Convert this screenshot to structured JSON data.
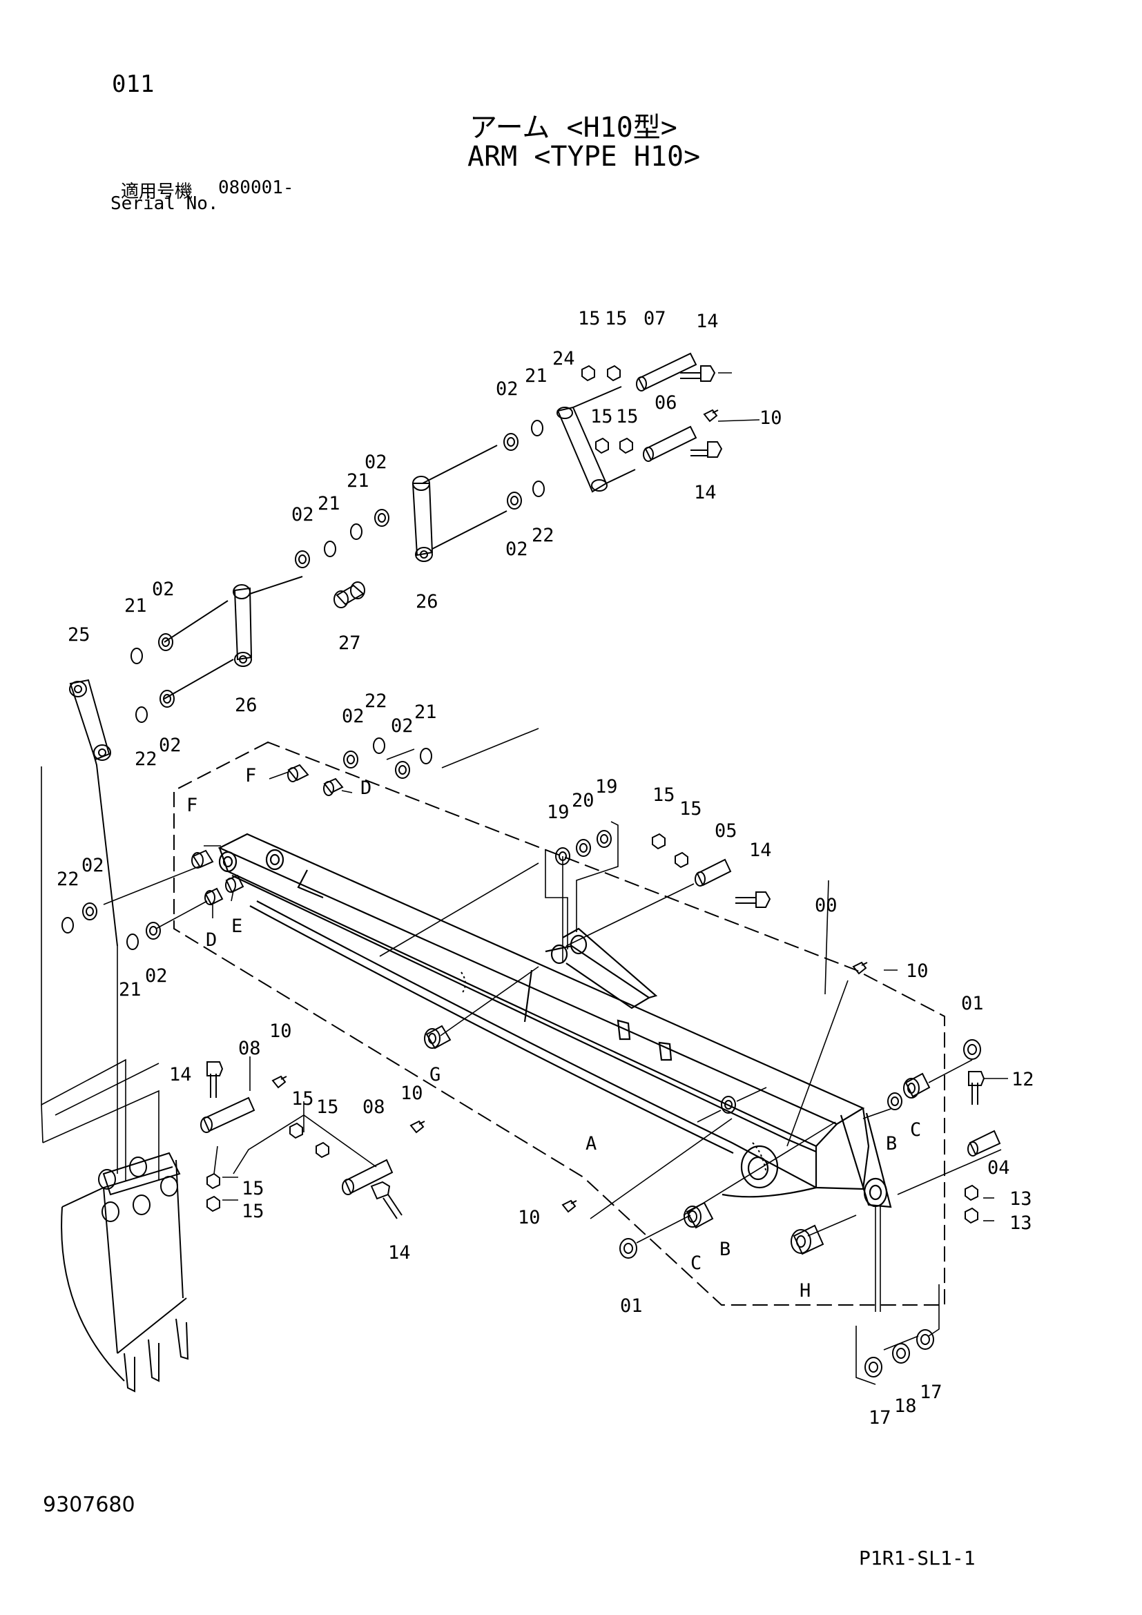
{
  "header": {
    "page_number": "011",
    "title_jp": "アーム <H10型>",
    "title_en": "ARM <TYPE H10>",
    "serial_label_jp": "適用号機",
    "serial_value": "080001-",
    "serial_label_en": "Serial No."
  },
  "footer": {
    "doc_number": "9307680",
    "sheet_code": "P1R1-SL1-1"
  },
  "callouts": {
    "c15a": "15",
    "c15b": "15",
    "c07": "07",
    "c14a": "14",
    "c24": "24",
    "c02a": "02",
    "c21a": "21",
    "c15c": "15",
    "c15d": "15",
    "c06": "06",
    "c10a": "10",
    "c14b": "14",
    "c02b": "02",
    "c21b": "21",
    "c02c": "02",
    "c21c": "21",
    "c02d": "02",
    "c22a": "22",
    "c26a": "26",
    "c02e": "02",
    "c21d": "21",
    "c27": "27",
    "c25": "25",
    "c26b": "26",
    "c22b": "22",
    "c02f": "02",
    "c22c": "22",
    "c02g": "02",
    "c02h": "02",
    "c21e": "21",
    "cF1": "F",
    "cF2": "F",
    "cD1": "D",
    "c19a": "19",
    "c20": "20",
    "c19b": "19",
    "c15e": "15",
    "c15f": "15",
    "c05": "05",
    "c14c": "14",
    "c00": "00",
    "c22d": "22",
    "c02i": "02",
    "cE": "E",
    "cD2": "D",
    "c21f": "21",
    "c02j": "02",
    "c10b": "10",
    "c01a": "01",
    "cG": "G",
    "c12": "12",
    "c14d": "14",
    "c08a": "08",
    "c10c": "10",
    "cB1": "B",
    "cC1": "C",
    "cA": "A",
    "c15g": "15",
    "c15h": "15",
    "c08b": "08",
    "c10d": "10",
    "c04": "04",
    "c13a": "13",
    "c13b": "13",
    "c15i": "15",
    "c15j": "15",
    "c10e": "10",
    "c14e": "14",
    "cC2": "C",
    "cB2": "B",
    "cH": "H",
    "c01b": "01",
    "c17a": "17",
    "c18": "18",
    "c17b": "17"
  }
}
